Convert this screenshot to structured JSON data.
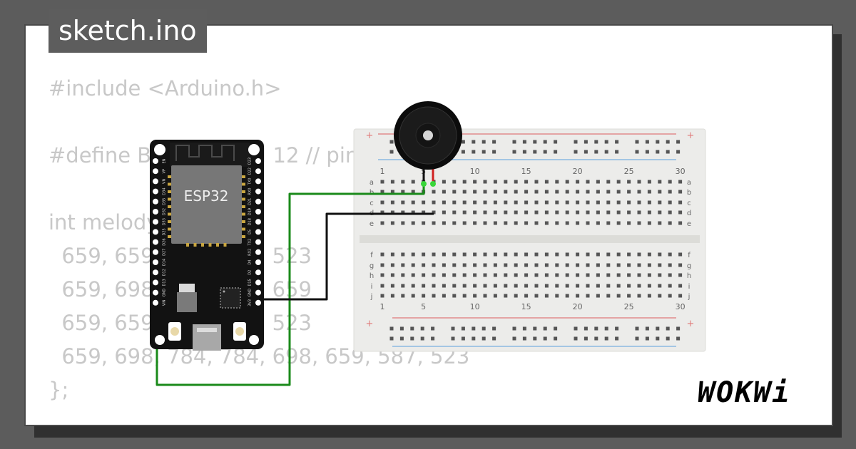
{
  "tab": {
    "filename": "sketch.ino"
  },
  "code": {
    "lines": [
      "#include <Arduino.h>",
      "",
      "#define BUZZER_PIN 12 // pin",
      "",
      "int melody[] = {",
      "  659, 659, 659, 587, 523",
      "  659, 698, 784, 698, 659",
      "  659, 659, 659, 587, 523",
      "  659, 698, 784, 784, 698, 659, 587, 523",
      "};"
    ]
  },
  "board": {
    "label": "ESP32",
    "left_pins": [
      "EN",
      "VP",
      "VN",
      "D34",
      "D35",
      "D32",
      "D33",
      "D25",
      "D26",
      "D27",
      "D14",
      "D12",
      "D13",
      "GND",
      "VIN"
    ],
    "right_pins": [
      "D23",
      "D22",
      "TX0",
      "RX0",
      "D21",
      "D19",
      "D18",
      "D5",
      "TX2",
      "RX2",
      "D4",
      "D2",
      "D15",
      "GND",
      "3V3"
    ]
  },
  "breadboard": {
    "column_numbers": [
      "1",
      "5",
      "10",
      "15",
      "20",
      "25",
      "30"
    ],
    "top_rows": [
      "a",
      "b",
      "c",
      "d",
      "e"
    ],
    "bottom_rows": [
      "f",
      "g",
      "h",
      "i",
      "j"
    ],
    "rail_plus": "+"
  },
  "colors": {
    "wire_green": "#1a8a1a",
    "wire_black": "#111111",
    "rail_red": "#e07a7a",
    "rail_blue": "#7ab0e0"
  },
  "brand": {
    "logo": "WOKWi"
  }
}
